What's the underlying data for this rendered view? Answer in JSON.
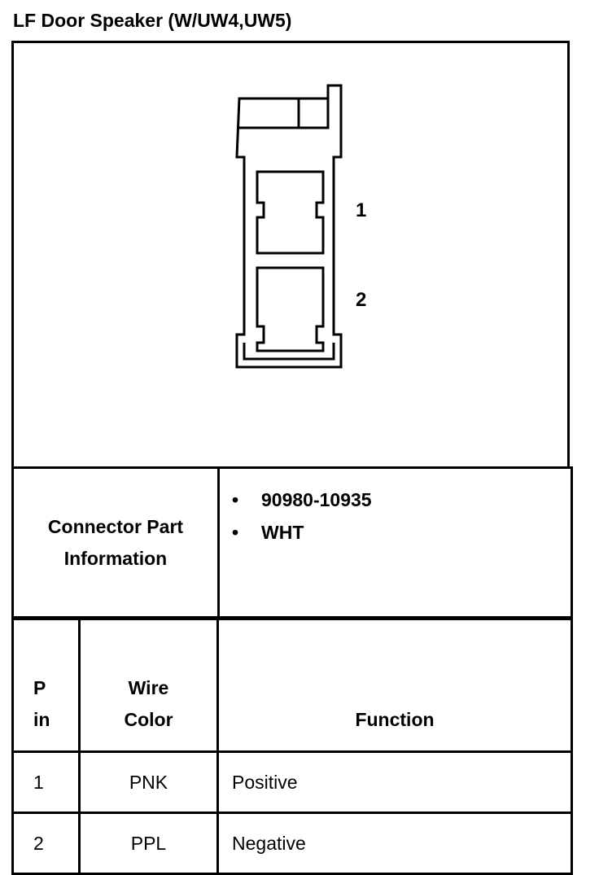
{
  "title": "LF Door Speaker (W/UW4,UW5)",
  "diagram": {
    "pin_labels": [
      "1",
      "2"
    ]
  },
  "connector_info": {
    "label_line1": "Connector Part",
    "label_line2": "Information",
    "items": [
      "90980-10935",
      "WHT"
    ],
    "bullet": "•"
  },
  "pin_table": {
    "headers": {
      "pin_line1": "P",
      "pin_line2": "in",
      "color_line1": "Wire",
      "color_line2": "Color",
      "function": "Function"
    },
    "rows": [
      {
        "pin": "1",
        "color": "PNK",
        "function": "Positive"
      },
      {
        "pin": "2",
        "color": "PPL",
        "function": "Negative"
      }
    ]
  }
}
